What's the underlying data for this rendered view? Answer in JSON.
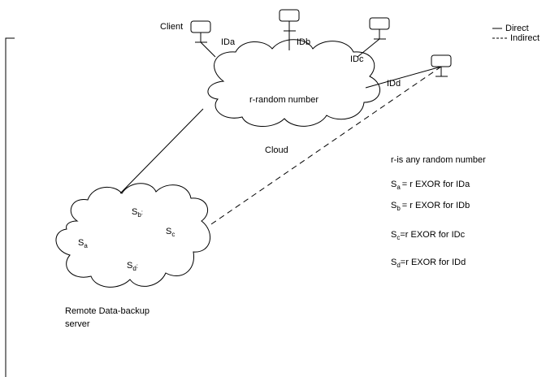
{
  "diagram": {
    "cloud_label": "r-random number",
    "cloud_caption": "Cloud",
    "client_label": "Client",
    "id_labels": {
      "a": "IDa",
      "b": "IDb",
      "c": "IDc",
      "d": "IDd"
    },
    "legend": {
      "direct": "Direct",
      "indirect": "Indirect"
    },
    "server": {
      "caption_line1": "Remote Data-backup",
      "caption_line2": "server",
      "s_letter": "S",
      "sub": {
        "a": "a",
        "b": "b",
        "c": "c",
        "d": "d"
      },
      "sub_marks": {
        "b": ":",
        "d": ":"
      }
    },
    "notes": {
      "intro": "r-is any random number",
      "s_letter": "S",
      "rows": [
        {
          "sub": "a",
          "text": "= r EXOR for IDa"
        },
        {
          "sub": "b",
          "text": "= r EXOR for IDb"
        },
        {
          "sub": "c",
          "text": "=r EXOR for IDc"
        },
        {
          "sub": "d",
          "text": "=r EXOR for IDd"
        }
      ]
    }
  }
}
